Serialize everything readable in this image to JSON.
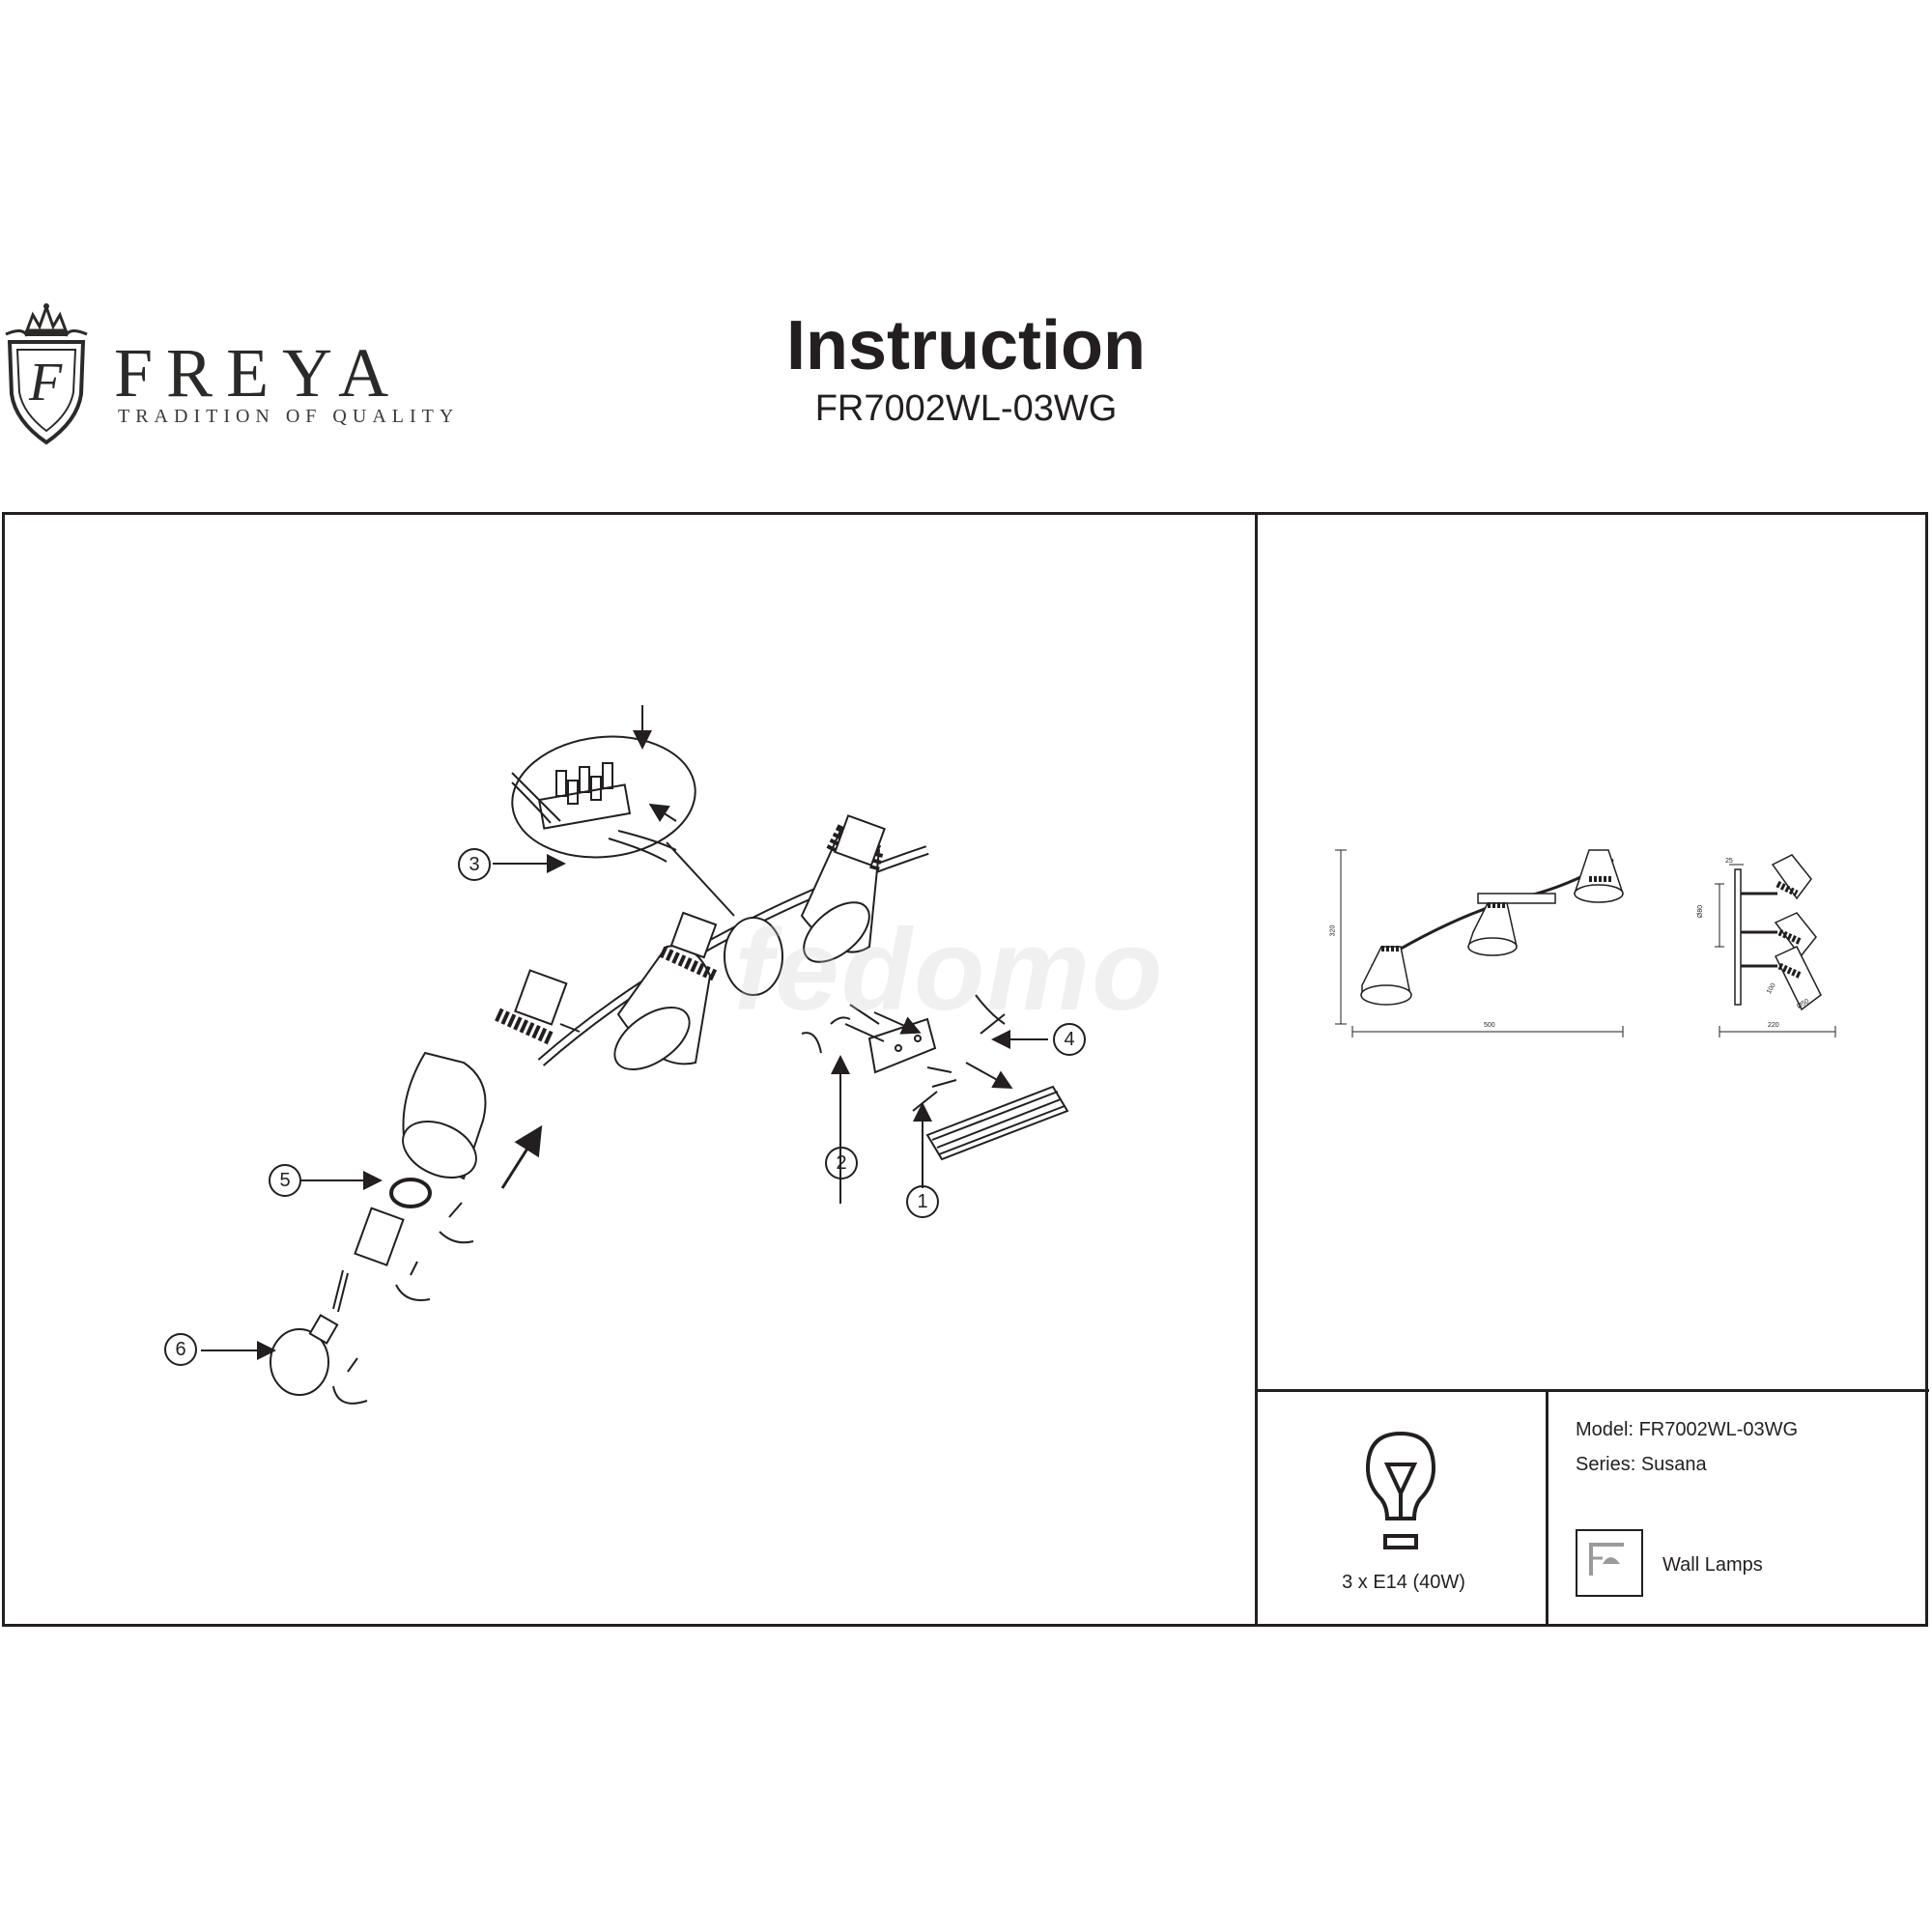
{
  "header": {
    "brand_name": "FREYA",
    "brand_tagline": "TRADITION OF QUALITY",
    "logo_letter": "F",
    "title": "Instruction",
    "model_code": "FR7002WL-03WG"
  },
  "assembly_steps": [
    "1",
    "2",
    "3",
    "4",
    "5",
    "6"
  ],
  "watermark": "fedomo",
  "dimensions": {
    "front_height": "320",
    "front_width": "500",
    "side_offset": "25",
    "side_plate": "Ø80",
    "side_depth": "220",
    "side_shade_height": "100",
    "side_shade_diameter": "Ø50"
  },
  "info": {
    "bulb_spec": "3 x E14 (40W)",
    "model_label": "Model:",
    "model_value": "FR7002WL-03WG",
    "series_label": "Series:",
    "series_value": "Susana",
    "type_label": "Wall Lamps"
  },
  "colors": {
    "line": "#231f20",
    "background": "#ffffff"
  }
}
